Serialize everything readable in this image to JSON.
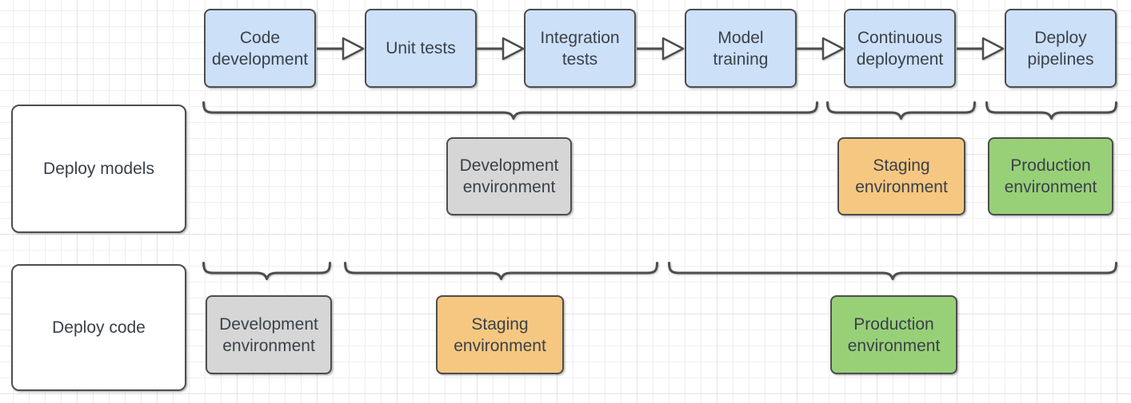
{
  "pipeline": {
    "steps": [
      {
        "label": "Code development"
      },
      {
        "label": "Unit tests"
      },
      {
        "label": "Integration tests"
      },
      {
        "label": "Model training"
      },
      {
        "label": "Continuous deployment"
      },
      {
        "label": "Deploy pipelines"
      }
    ]
  },
  "deploy_models": {
    "label": "Deploy models",
    "environments": [
      {
        "label": "Development environment",
        "type": "development"
      },
      {
        "label": "Staging environment",
        "type": "staging"
      },
      {
        "label": "Production environment",
        "type": "production"
      }
    ]
  },
  "deploy_code": {
    "label": "Deploy code",
    "environments": [
      {
        "label": "Development environment",
        "type": "development"
      },
      {
        "label": "Staging environment",
        "type": "staging"
      },
      {
        "label": "Production environment",
        "type": "production"
      }
    ]
  },
  "colors": {
    "step_fill": "#cce0f8",
    "development_fill": "#d6d6d6",
    "staging_fill": "#f6c780",
    "production_fill": "#98d078",
    "row_label_fill": "#ffffff",
    "stroke": "#4d4d4d",
    "text": "#3a414a"
  }
}
